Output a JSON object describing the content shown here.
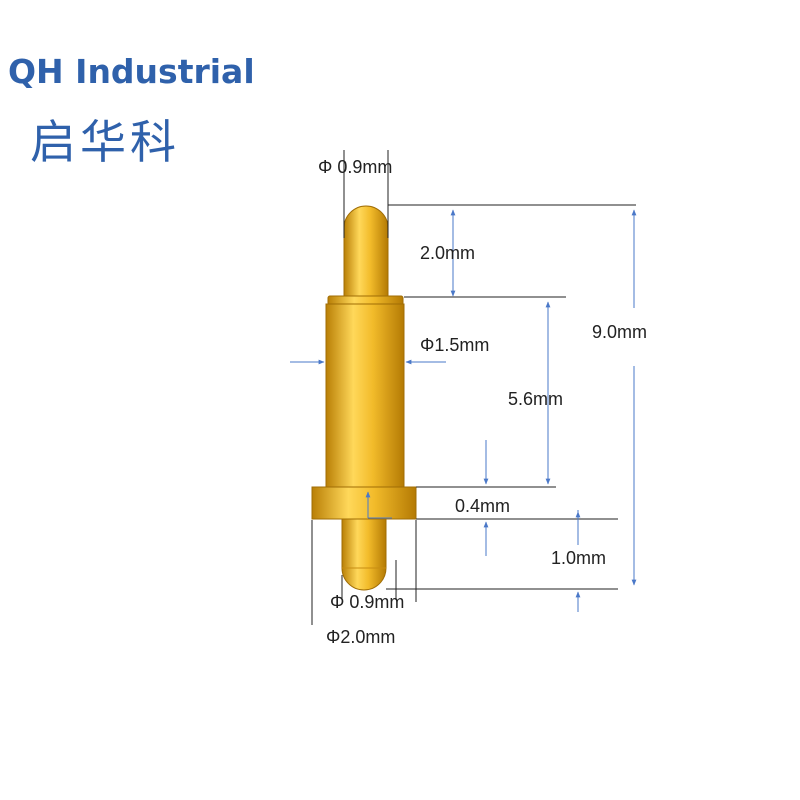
{
  "brand": {
    "name_en": "QH Industrial",
    "name_cn": "启华科"
  },
  "colors": {
    "brand": "#2f61ab",
    "dimension_line": "#4a78c8",
    "pin_gold": "#e0a81a",
    "pin_dark": "#b97f06",
    "pin_light": "#ffd85a"
  },
  "dimensions": {
    "tip_diameter": "Φ 0.9mm",
    "plunger_length": "2.0mm",
    "barrel_diameter": "Φ1.5mm",
    "barrel_length": "5.6mm",
    "total_length": "9.0mm",
    "flange_thickness": "0.4mm",
    "tail_length": "1.0mm",
    "tail_diameter": "Φ 0.9mm",
    "flange_diameter": "Φ2.0mm"
  }
}
